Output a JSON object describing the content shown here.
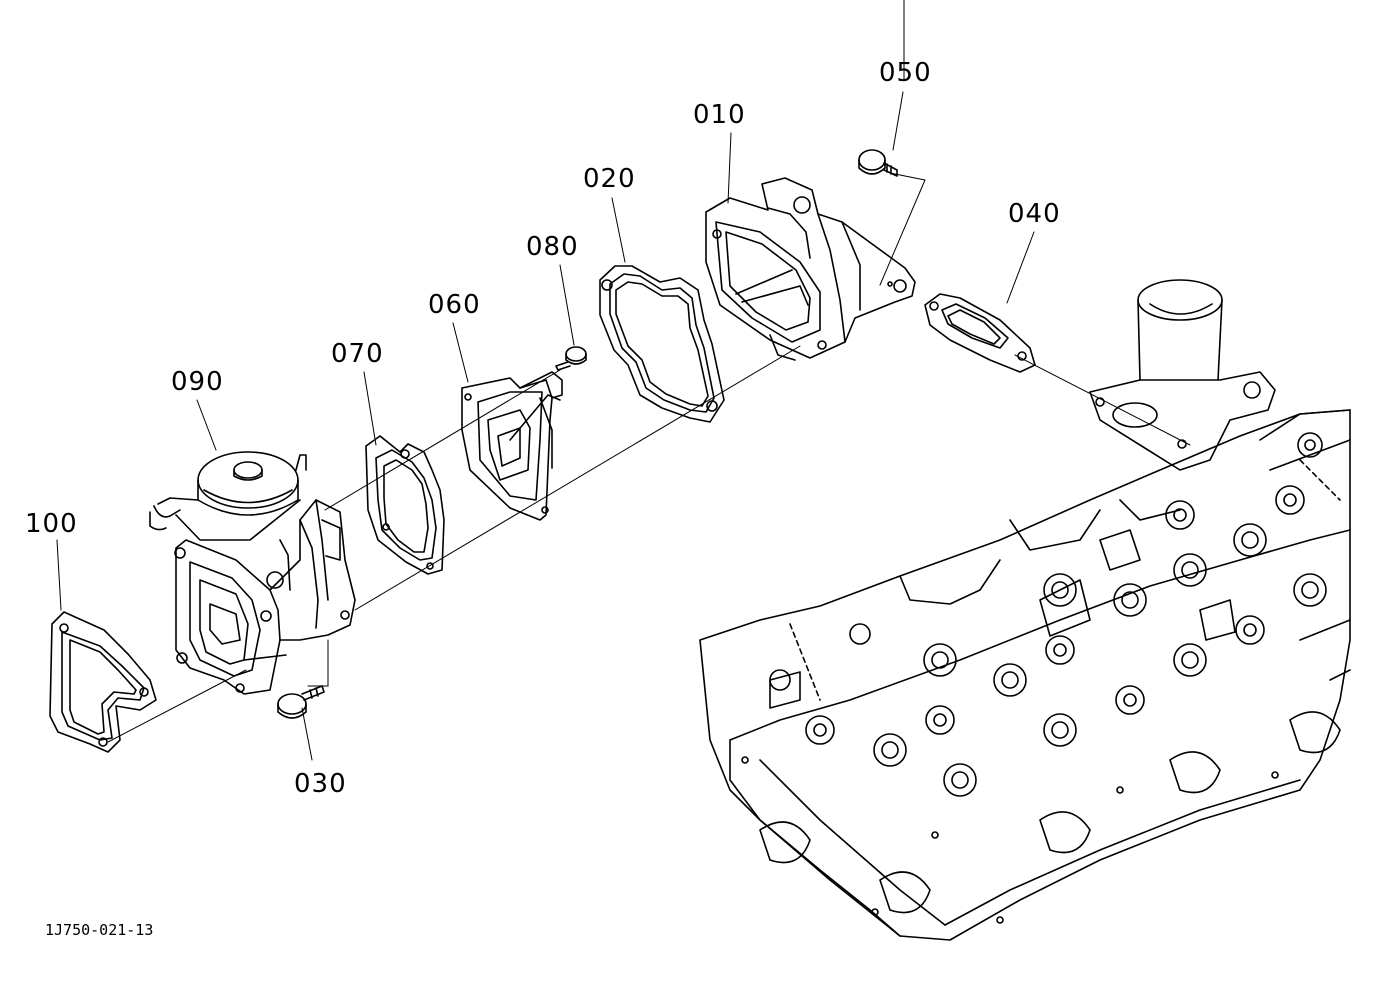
{
  "drawing_id": "1J750-021-13",
  "callouts": [
    {
      "id": "p050",
      "label": "050"
    },
    {
      "id": "p010",
      "label": "010"
    },
    {
      "id": "p020",
      "label": "020"
    },
    {
      "id": "p040",
      "label": "040"
    },
    {
      "id": "p080",
      "label": "080"
    },
    {
      "id": "p060",
      "label": "060"
    },
    {
      "id": "p070",
      "label": "070"
    },
    {
      "id": "p090",
      "label": "090"
    },
    {
      "id": "p100",
      "label": "100"
    },
    {
      "id": "p030",
      "label": "030"
    }
  ]
}
